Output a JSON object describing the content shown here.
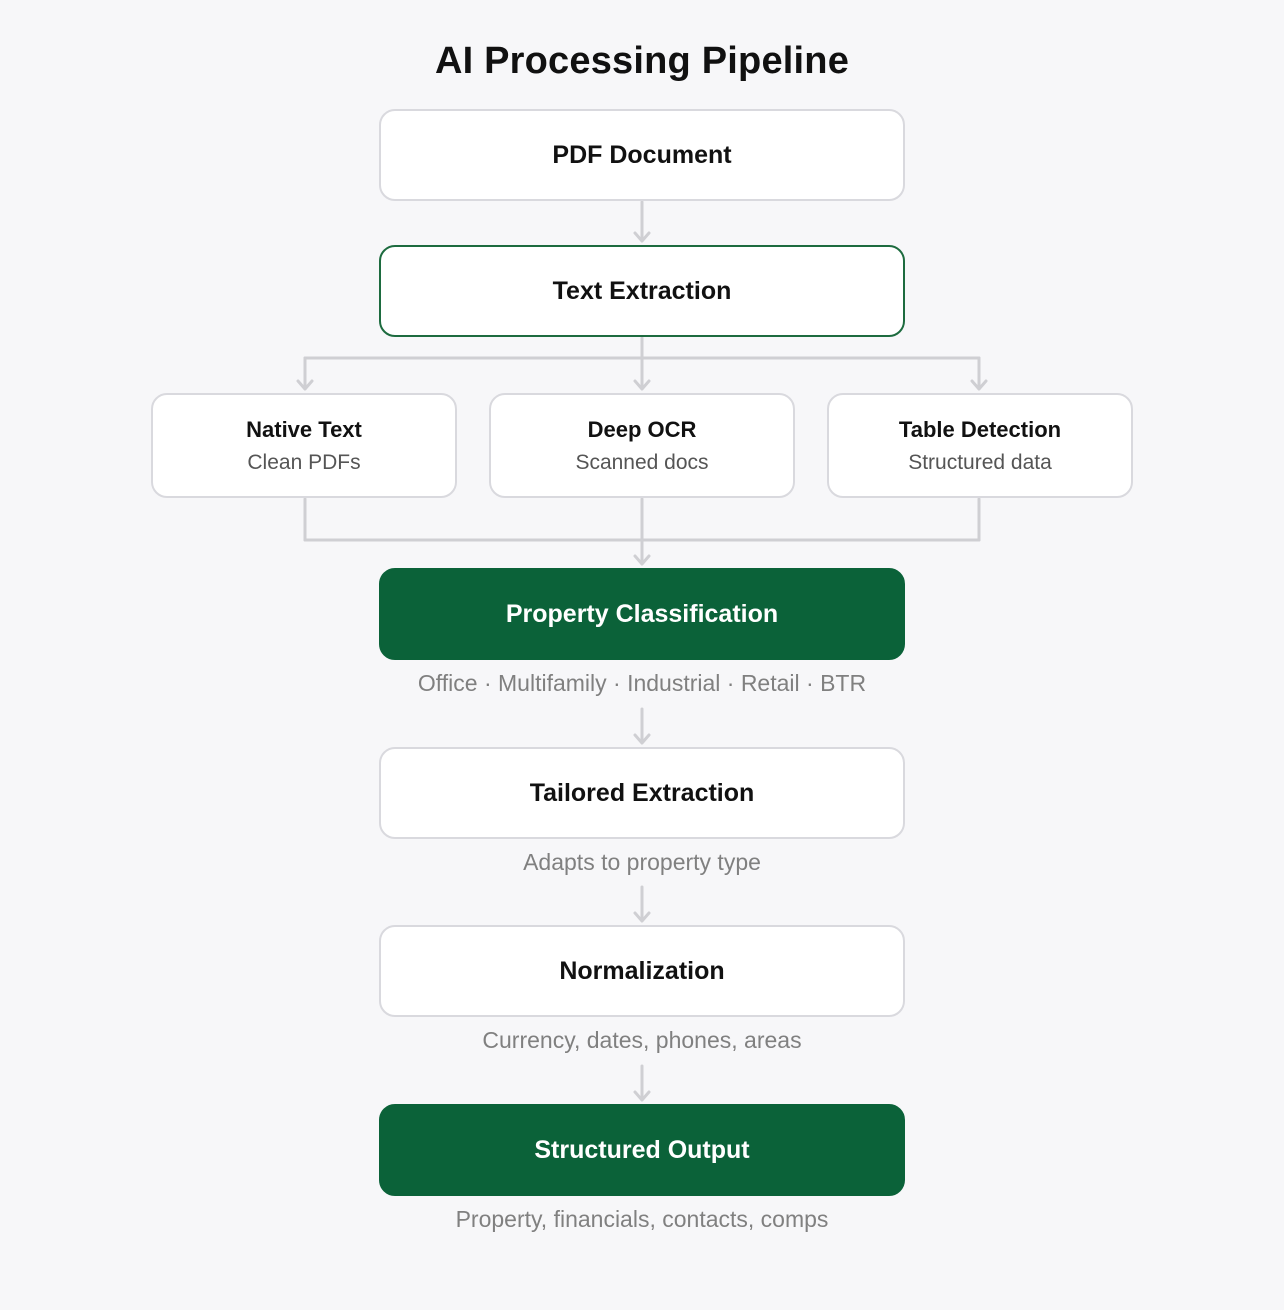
{
  "title": "AI Processing Pipeline",
  "nodes": {
    "pdf_document": {
      "label": "PDF Document"
    },
    "text_extraction": {
      "label": "Text Extraction"
    },
    "native_text": {
      "label": "Native Text",
      "sub": "Clean PDFs"
    },
    "deep_ocr": {
      "label": "Deep OCR",
      "sub": "Scanned docs"
    },
    "table_detection": {
      "label": "Table Detection",
      "sub": "Structured data"
    },
    "property_classification": {
      "label": "Property Classification",
      "caption": "Office · Multifamily · Industrial · Retail · BTR"
    },
    "tailored_extraction": {
      "label": "Tailored Extraction",
      "caption": "Adapts to property type"
    },
    "normalization": {
      "label": "Normalization",
      "caption": "Currency, dates, phones, areas"
    },
    "structured_output": {
      "label": "Structured Output",
      "caption": "Property, financials, contacts, comps"
    }
  },
  "colors": {
    "accent": "#0b6239",
    "accent_border": "#1d6b3f",
    "node_border": "#d9d9de",
    "connector": "#cfcfd3",
    "caption_text": "#808080",
    "background": "#f7f7f9"
  }
}
